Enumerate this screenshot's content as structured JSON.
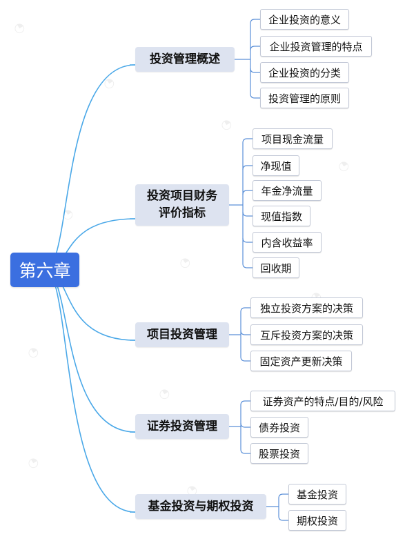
{
  "root": {
    "label": "第六章"
  },
  "topics": [
    {
      "id": "t1",
      "label": "投资管理概述",
      "children": [
        "企业投资的意义",
        "企业投资管理的特点",
        "企业投资的分类",
        "投资管理的原则"
      ]
    },
    {
      "id": "t2",
      "label": "投资项目财务\n评价指标",
      "children": [
        "项目现金流量",
        "净现值",
        "年金净流量",
        "现值指数",
        "内含收益率",
        "回收期"
      ]
    },
    {
      "id": "t3",
      "label": "项目投资管理",
      "children": [
        "独立投资方案的决策",
        "互斥投资方案的决策",
        "固定资产更新决策"
      ]
    },
    {
      "id": "t4",
      "label": "证券投资管理",
      "children": [
        "证券资产的特点/目的/风险",
        "债券投资",
        "股票投资"
      ]
    },
    {
      "id": "t5",
      "label": "基金投资与期权投资",
      "children": [
        "基金投资",
        "期权投资"
      ]
    }
  ],
  "colors": {
    "root_bg": "#3b6fe0",
    "topic_bg": "#dde3f0",
    "main_connector": "#4aa8e8",
    "leaf_connector": "#5a8fd8"
  }
}
